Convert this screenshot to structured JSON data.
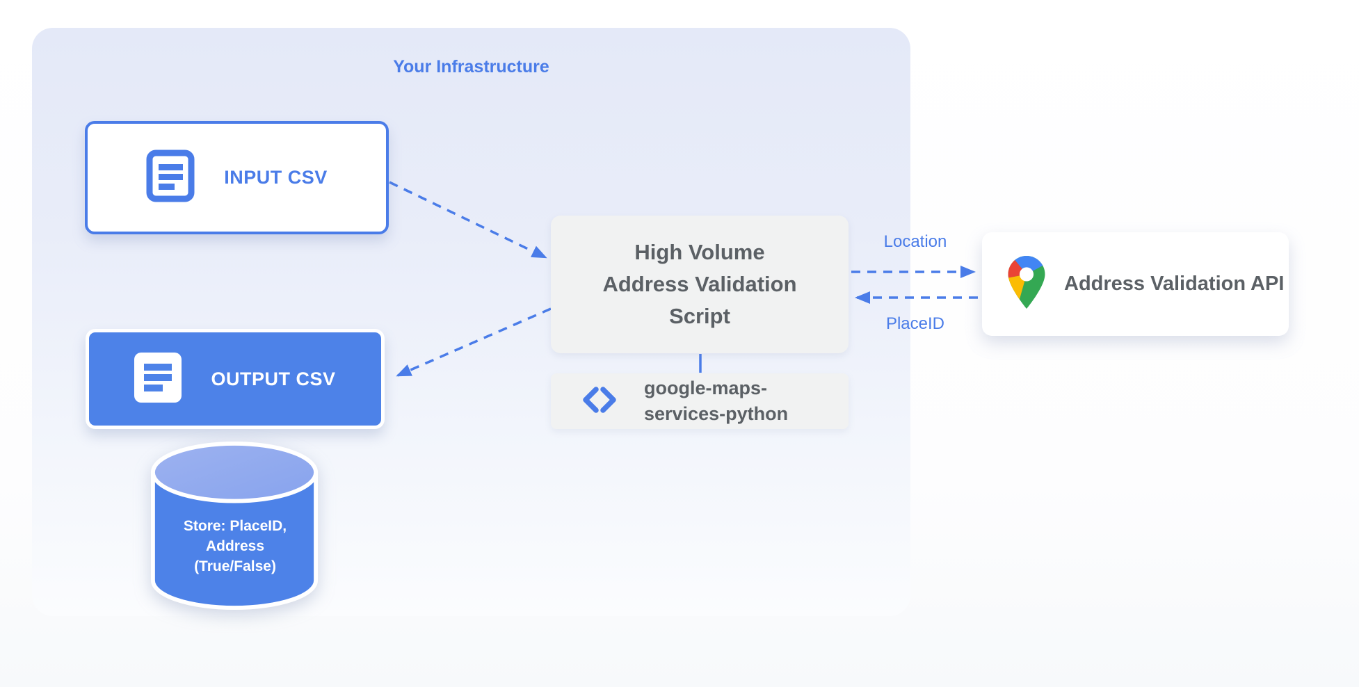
{
  "title": "Your Infrastructure",
  "nodes": {
    "input_csv": {
      "label": "INPUT CSV"
    },
    "output_csv": {
      "label": "OUTPUT CSV"
    },
    "datastore": {
      "label": "Store: PlaceID,\nAddress\n(True/False)"
    },
    "script": {
      "label": "High Volume\nAddress Validation\nScript"
    },
    "library": {
      "label": "google-maps-\nservices-python"
    },
    "api": {
      "label": "Address Validation API"
    }
  },
  "edges": {
    "location": "Location",
    "placeid": "PlaceID"
  },
  "icons": {
    "input_csv": "document-icon",
    "output_csv": "document-icon",
    "library": "code-icon",
    "api": "google-maps-pin-icon",
    "datastore": "database-cylinder"
  },
  "colors": {
    "primary_blue": "#4a7ce8",
    "fill_blue": "#4d82e8",
    "cylinder_top_blue": "#92aaee",
    "container_top": "#e4e9f8",
    "node_gray": "#f1f2f2",
    "text_gray": "#5b6065",
    "pin_red": "#ea4335",
    "pin_blue": "#4285f4",
    "pin_yellow": "#fbbc04",
    "pin_green": "#34a853"
  }
}
